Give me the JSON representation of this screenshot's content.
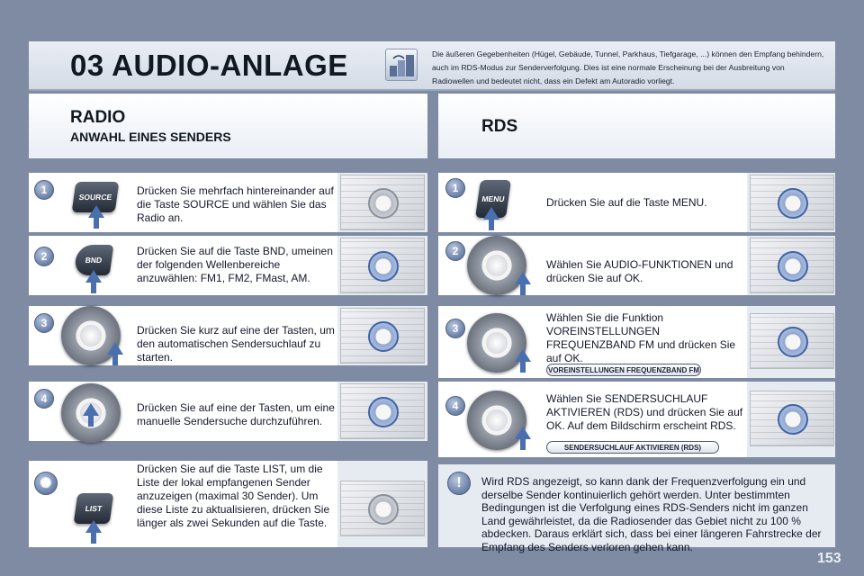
{
  "header": {
    "title": "03 AUDIO-ANLAGE",
    "note": "Die äußeren Gegebenheiten (Hügel, Gebäude, Tunnel, Parkhaus, Tiefgarage, ...) können den Empfang behindern, auch im RDS-Modus zur Senderverfolgung. Dies ist eine normale Erscheinung bei der Ausbreitung von Radiowellen und bedeutet nicht, dass ein Defekt am Autoradio vorliegt."
  },
  "left": {
    "title": "RADIO",
    "subtitle": "ANWAHL EINES SENDERS",
    "steps": [
      {
        "num": "1",
        "key": "SOURCE",
        "text": "Drücken Sie mehrfach hintereinander auf die Taste SOURCE und wählen Sie das Radio an."
      },
      {
        "num": "2",
        "key": "BND",
        "text": "Drücken Sie auf die Taste BND, umeinen der folgenden Wellenbereiche anzuwählen: FM1, FM2, FMast, AM."
      },
      {
        "num": "3",
        "key": "",
        "text": "Drücken Sie kurz auf eine der Tasten, um den automatischen Sendersuchlauf zu starten."
      },
      {
        "num": "4",
        "key": "",
        "text": "Drücken Sie auf eine der Tasten, um eine manuelle Sendersuche durchzuführen."
      }
    ],
    "tip": {
      "key": "LIST",
      "text": "Drücken Sie auf die Taste LIST, um die Liste der lokal empfangenen Sender anzuzeigen (maximal 30 Sender). Um diese Liste zu aktualisieren, drücken Sie länger als zwei Sekunden auf die Taste."
    }
  },
  "right": {
    "title": "RDS",
    "steps": [
      {
        "num": "1",
        "key": "MENU",
        "text": "Drücken Sie auf die Taste MENU.",
        "tag": ""
      },
      {
        "num": "2",
        "key": "",
        "text": "Wählen Sie AUDIO-FUNKTIONEN und drücken Sie auf OK.",
        "tag": ""
      },
      {
        "num": "3",
        "key": "",
        "text": "Wählen Sie die Funktion VOREINSTELLUNGEN FREQUENZBAND FM und drücken Sie auf OK.",
        "tag": "VOREINSTELLUNGEN FREQUENZBAND FM"
      },
      {
        "num": "4",
        "key": "",
        "text": "Wählen Sie SENDERSUCHLAUF AKTIVIEREN (RDS) und drücken Sie auf OK. Auf dem Bildschirm erscheint RDS.",
        "tag": "SENDERSUCHLAUF AKTIVIEREN (RDS)"
      }
    ],
    "tip": {
      "icon": "!",
      "text": "Wird RDS angezeigt, so kann dank der Frequenzverfolgung ein und derselbe Sender kontinuierlich gehört werden. Unter bestimmten Bedingungen ist die Verfolgung eines RDS-Senders nicht im ganzen Land gewährleistet, da die Radiosender das Gebiet nicht zu 100 % abdecken. Daraus erklärt sich, dass bei einer längeren Fahrstrecke der Empfang des Senders verloren gehen kann."
    }
  },
  "page_number": "153",
  "colors": {
    "background": "#7e8ba3",
    "accent": "#4a6fae"
  }
}
